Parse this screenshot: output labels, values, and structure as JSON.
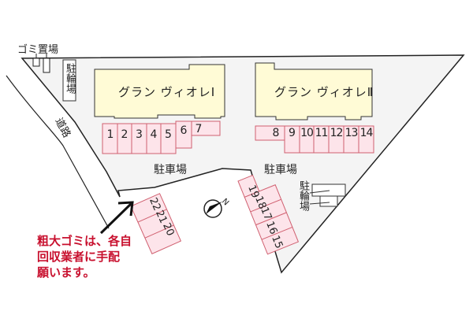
{
  "map": {
    "title": "Site layout map",
    "colors": {
      "lot": "#f4f4f4",
      "building": "#fffbd6",
      "parking": "#fde4ea",
      "parking_border": "#d06070",
      "note": "#c8102e",
      "line": "#222222"
    },
    "labels": {
      "garbage": "ゴミ置場",
      "bike_parking_left": "駐輪場",
      "bike_parking_right": "駐輪場",
      "road": "道路",
      "parking_left": "駐車場",
      "parking_right": "駐車場"
    },
    "buildings": [
      {
        "name": "グラン ヴィオレⅠ"
      },
      {
        "name": "グラン ヴィオレⅡ"
      }
    ],
    "parking_spaces": {
      "row_a": [
        "1",
        "2",
        "3",
        "4",
        "5",
        "6",
        "7"
      ],
      "row_b": [
        "8",
        "9",
        "10",
        "11",
        "12",
        "13",
        "14"
      ],
      "row_c": [
        "15",
        "16",
        "17",
        "18",
        "19"
      ],
      "row_d": [
        "20",
        "21",
        "22"
      ]
    },
    "compass": {
      "icon": "north-arrow-icon",
      "label": "N"
    },
    "note": {
      "line1": "粗大ゴミは、各自",
      "line2": "回収業者に手配",
      "line3": "願います。"
    }
  }
}
